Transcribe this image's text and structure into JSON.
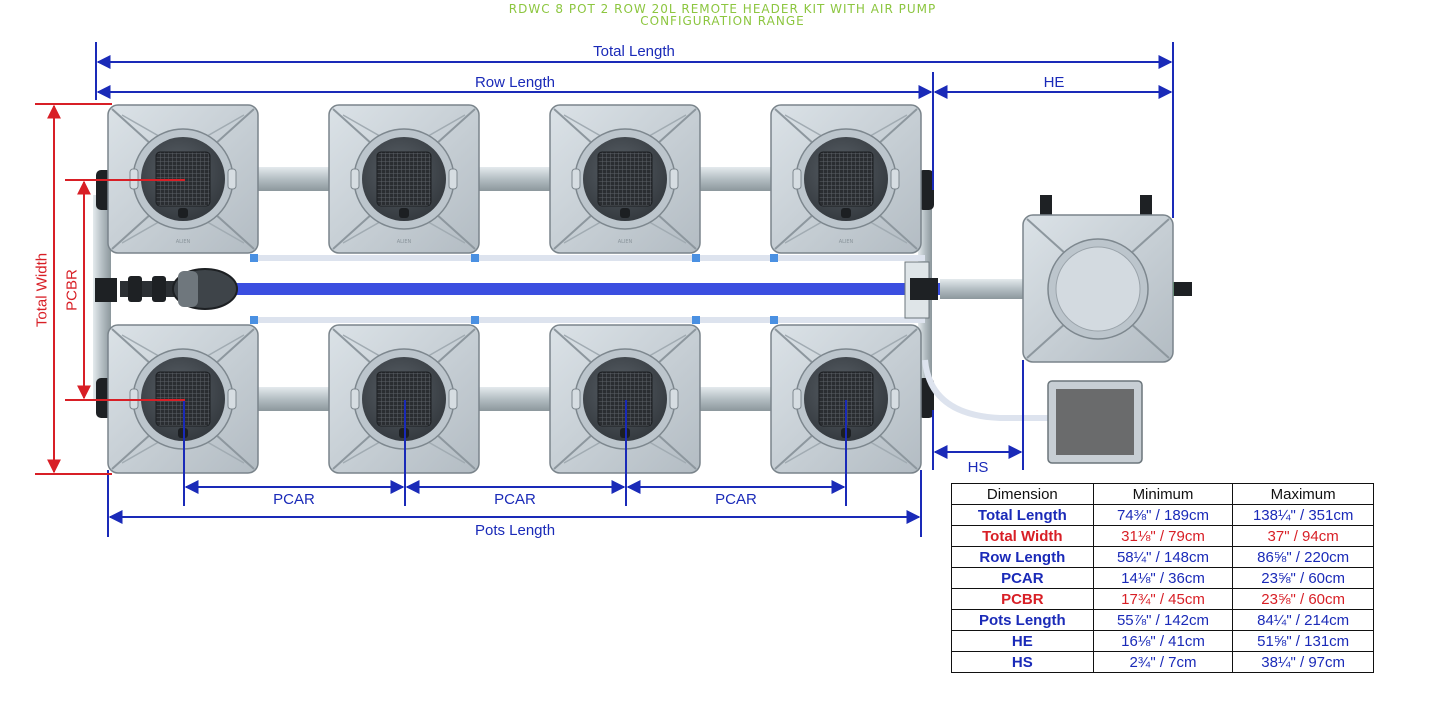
{
  "title": {
    "line1": "RDWC 8 POT 2 ROW 20L REMOTE HEADER KIT WITH AIR PUMP",
    "line2": "CONFIGURATION RANGE"
  },
  "dimension_labels": {
    "total_length": "Total Length",
    "row_length": "Row Length",
    "he": "HE",
    "total_width": "Total Width",
    "pcbr": "PCBR",
    "hs": "HS",
    "pcar": "PCAR",
    "pots_length": "Pots Length"
  },
  "pot_brand": "ALIEN",
  "colors": {
    "title": "#8cc63f",
    "blue_dimension": "#1a2ab8",
    "red_dimension": "#d81f26",
    "air_line": "#3b4ee0",
    "pot_body": "#c9d1d8",
    "pipe": "#b9c3c7"
  },
  "table": {
    "headers": [
      "Dimension",
      "Minimum",
      "Maximum"
    ],
    "rows": [
      {
        "name": "Total Length",
        "min": "74⅜\" / 189cm",
        "max": "138¼\" / 351cm",
        "color": "blue"
      },
      {
        "name": "Total Width",
        "min": "31⅛\" / 79cm",
        "max": "37\" / 94cm",
        "color": "red"
      },
      {
        "name": "Row Length",
        "min": "58¼\" / 148cm",
        "max": "86⅝\" / 220cm",
        "color": "blue"
      },
      {
        "name": "PCAR",
        "min": "14⅛\" / 36cm",
        "max": "23⅝\" / 60cm",
        "color": "blue"
      },
      {
        "name": "PCBR",
        "min": "17¾\" / 45cm",
        "max": "23⅝\" / 60cm",
        "color": "red"
      },
      {
        "name": "Pots Length",
        "min": "55⅞\" / 142cm",
        "max": "84¼\" / 214cm",
        "color": "blue"
      },
      {
        "name": "HE",
        "min": "16⅛\" / 41cm",
        "max": "51⅝\" / 131cm",
        "color": "blue"
      },
      {
        "name": "HS",
        "min": "2¾\" / 7cm",
        "max": "38¼\" / 97cm",
        "color": "blue"
      }
    ]
  }
}
